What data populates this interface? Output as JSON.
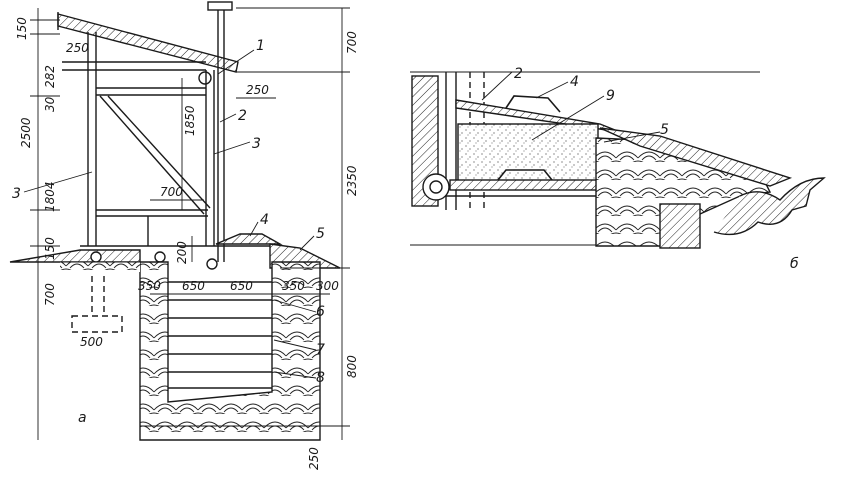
{
  "drawing_a": {
    "view_label": "а",
    "dims": {
      "d150_top": "150",
      "d250_left": "250",
      "d282": "282",
      "d30": "30",
      "d2500": "2500",
      "d1804": "1804",
      "d150_bottom": "150",
      "d700_left": "700",
      "d500": "500",
      "d1850": "1850",
      "d250_chimney": "250",
      "d700_top_right": "700",
      "d2350": "2350",
      "d700_bench": "700",
      "d200": "200",
      "d350_left": "350",
      "d650_left": "650",
      "d650_right": "650",
      "d350_right": "350",
      "d300": "300",
      "d800": "800",
      "d250_bottom": "250"
    },
    "callouts": {
      "c1": "1",
      "c2": "2",
      "c3_right": "3",
      "c3_left": "3",
      "c4": "4",
      "c5": "5",
      "c6": "6",
      "c7": "7",
      "c8": "8"
    }
  },
  "drawing_b": {
    "view_label": "б",
    "callouts": {
      "c2": "2",
      "c4": "4",
      "c9": "9",
      "c5": "5"
    }
  }
}
